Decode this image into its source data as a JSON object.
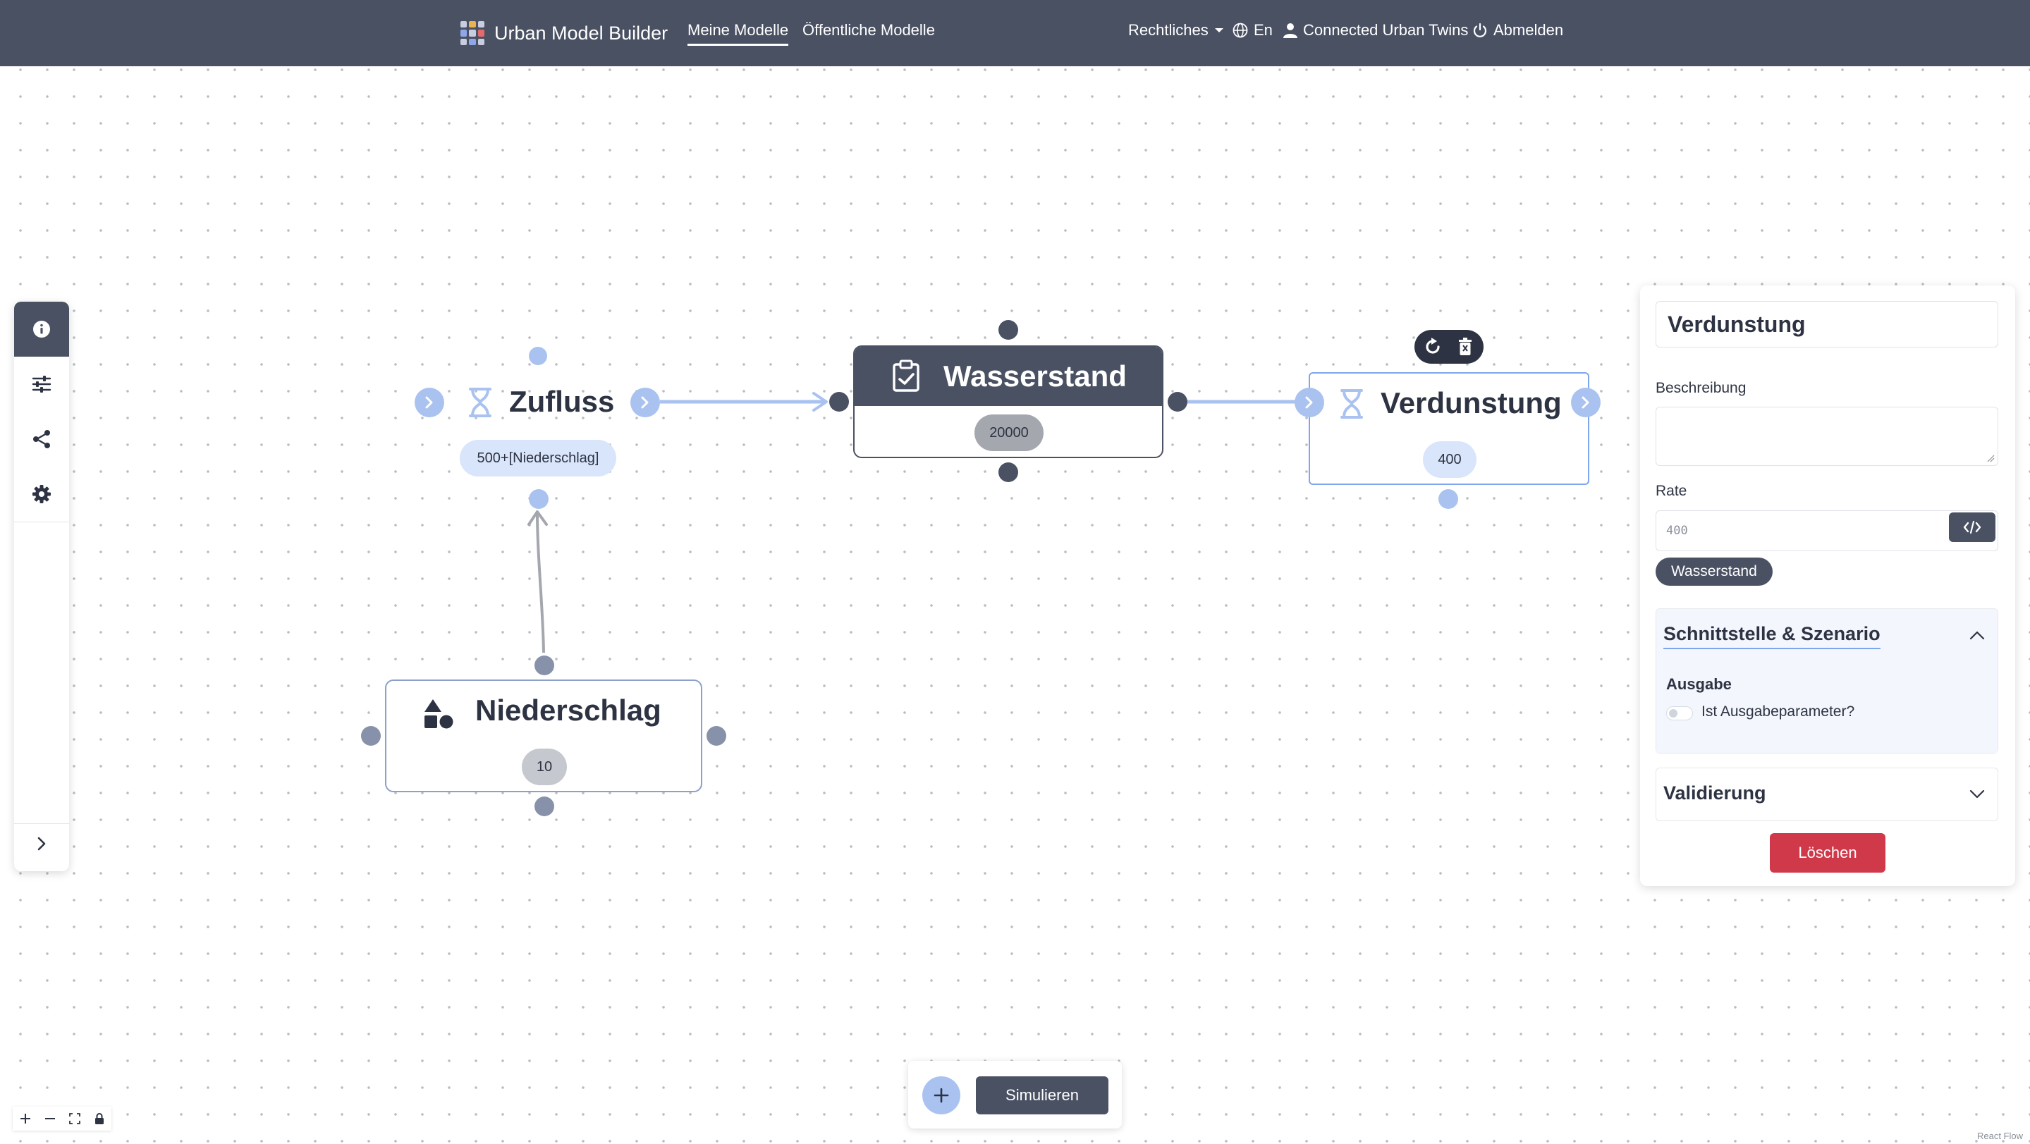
{
  "app": {
    "title": "Urban Model Builder"
  },
  "nav": {
    "my_models": "Meine Modelle",
    "public_models": "Öffentliche Modelle",
    "legal": "Rechtliches",
    "language": "En",
    "connected_twins": "Connected Urban Twins",
    "logout": "Abmelden"
  },
  "left_toolbar": {
    "icons": [
      "info-icon",
      "sliders-icon",
      "share-icon",
      "gear-icon",
      "chevron-right-icon"
    ]
  },
  "nodes": {
    "zufluss": {
      "title": "Zufluss",
      "value": "500+[Niederschlag]",
      "type": "flow"
    },
    "wasserstand": {
      "title": "Wasserstand",
      "value": "20000",
      "type": "stock"
    },
    "verdunstung": {
      "title": "Verdunstung",
      "value": "400",
      "type": "flow"
    },
    "niederschlag": {
      "title": "Niederschlag",
      "value": "10",
      "type": "variable"
    }
  },
  "panel": {
    "name": "Verdunstung",
    "description_label": "Beschreibung",
    "description_value": "",
    "rate_label": "Rate",
    "rate_value": "400",
    "variable_chip": "Wasserstand",
    "interface_section": "Schnittstelle & Szenario",
    "output_label": "Ausgabe",
    "output_toggle_label": "Ist Ausgabeparameter?",
    "validation_section": "Validierung",
    "delete_label": "Löschen"
  },
  "bottom_bar": {
    "simulate_label": "Simulieren"
  },
  "attribution": "React Flow",
  "colors": {
    "navbar": "#4a5163",
    "node_light": "#a9c2f0",
    "node_dark": "#4a5163",
    "danger": "#d0394a"
  }
}
